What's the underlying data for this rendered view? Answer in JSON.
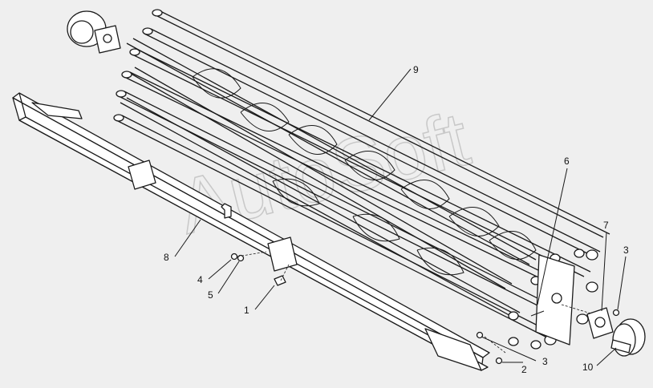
{
  "watermark": "AutoSoft",
  "callouts": [
    {
      "id": "c1",
      "text": "1"
    },
    {
      "id": "c2",
      "text": "2"
    },
    {
      "id": "c3a",
      "text": "3"
    },
    {
      "id": "c3b",
      "text": "3"
    },
    {
      "id": "c4",
      "text": "4"
    },
    {
      "id": "c5",
      "text": "5"
    },
    {
      "id": "c6",
      "text": "6"
    },
    {
      "id": "c7",
      "text": "7"
    },
    {
      "id": "c8",
      "text": "8"
    },
    {
      "id": "c9",
      "text": "9"
    },
    {
      "id": "c10",
      "text": "10"
    }
  ]
}
